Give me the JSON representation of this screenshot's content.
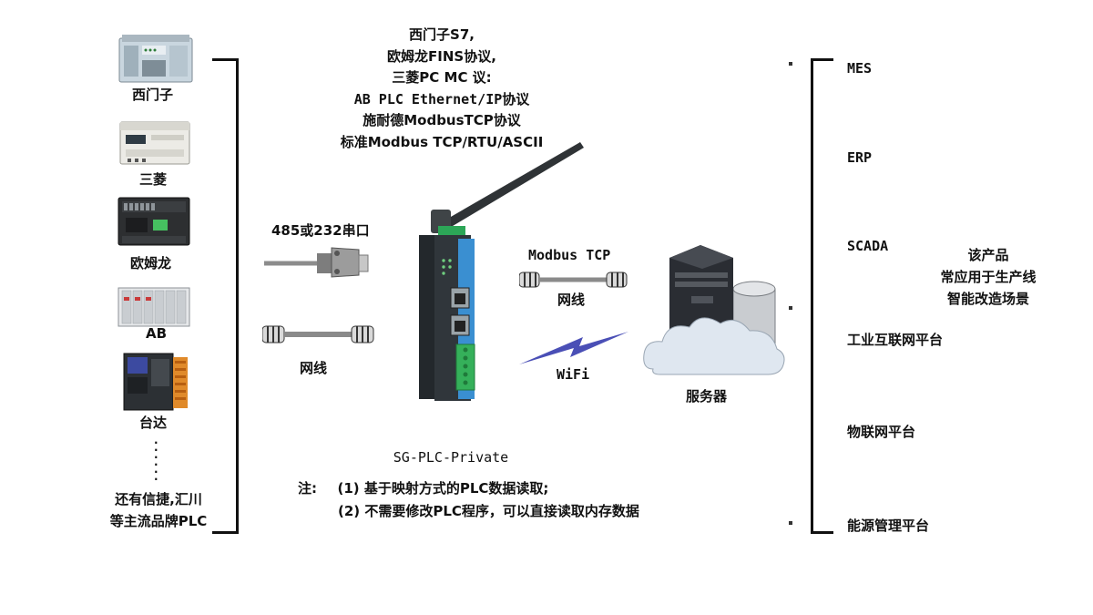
{
  "protocols": {
    "lines": [
      "西门子S7,",
      "欧姆龙FINS协议,",
      "三菱PC MC 议:",
      "AB PLC Ethernet/IP协议",
      "施耐德ModbusTCP协议",
      "标准Modbus TCP/RTU/ASCII"
    ]
  },
  "plc_devices": {
    "siemens": "西门子",
    "mitsubishi": "三菱",
    "omron": "欧姆龙",
    "ab": "AB",
    "delta": "台达",
    "others_line1": "还有信捷,汇川",
    "others_line2": "等主流品牌PLC"
  },
  "left_links": {
    "serial": "485或232串口",
    "ethernet": "网线"
  },
  "gateway": {
    "name": "SG-PLC-Private"
  },
  "middle_links": {
    "modbus_tcp": "Modbus TCP",
    "cable": "网线",
    "wifi": "WiFi"
  },
  "server": {
    "label": "服务器"
  },
  "platforms": {
    "mes": "MES",
    "erp": "ERP",
    "scada": "SCADA",
    "iiot": "工业互联网平台",
    "iot": "物联网平台",
    "energy": "能源管理平台"
  },
  "usage": {
    "line1": "该产品",
    "line2": "常应用于生产线",
    "line3": "智能改造场景"
  },
  "notes": {
    "prefix": "注:",
    "item1": "(1) 基于映射方式的PLC数据读取;",
    "item2": "(2) 不需要修改PLC程序，可以直接读取内存数据"
  },
  "colors": {
    "gateway_body": "#2b3136",
    "gateway_panel": "#3a8fd1",
    "gateway_terminal": "#35b05a",
    "cloud": "#dfe7f0",
    "server_body": "#2a2d33",
    "wifi_bolt": "#4a4fb6"
  }
}
